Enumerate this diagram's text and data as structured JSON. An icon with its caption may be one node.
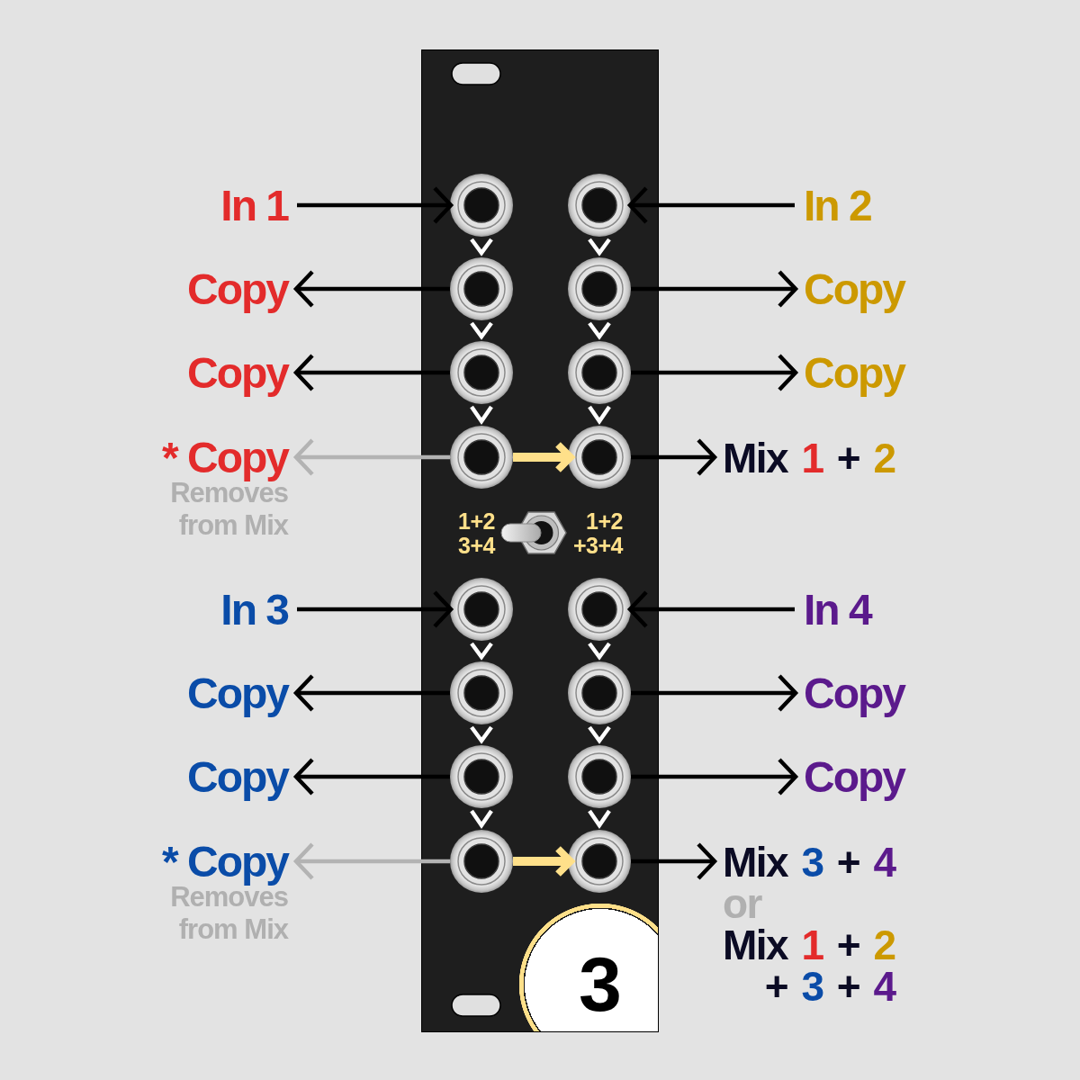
{
  "diagram": {
    "nodes": [
      {
        "text": [],
        "shape": "box"
      },
      {
        "text": [
          "In 1"
        ]
      },
      {
        "text": [],
        "shape": "circle",
        "in": 0
      },
      {
        "text": [],
        "shape": "circle",
        "in": 0
      },
      {
        "text": [
          "In 2"
        ]
      },
      {
        "text": [
          "Copy"
        ]
      },
      {
        "text": [],
        "shape": "circle",
        "in": 0
      },
      {
        "text": [],
        "shape": "circle",
        "in": 0
      },
      {
        "text": [
          "Copy"
        ]
      },
      {
        "text": [
          "Copy"
        ]
      },
      {
        "text": [],
        "shape": "circle",
        "in": 0
      },
      {
        "text": [],
        "shape": "circle",
        "in": 0
      },
      {
        "text": [
          "Copy"
        ]
      },
      {
        "text": [
          "* Copy",
          "Removes from Mix"
        ]
      },
      {
        "text": [],
        "shape": "circle",
        "in": 0
      },
      {
        "text": [],
        "shape": "circle",
        "in": 0
      },
      {
        "text": [
          "Mix 1 + 2"
        ]
      },
      {
        "text": [
          "In 3"
        ]
      },
      {
        "text": [],
        "shape": "circle",
        "in": 0
      },
      {
        "text": [],
        "shape": "circle",
        "in": 0
      },
      {
        "text": [
          "In 4"
        ]
      },
      {
        "text": [
          "Copy"
        ]
      },
      {
        "text": [],
        "shape": "circle",
        "in": 0
      },
      {
        "text": [],
        "shape": "circle",
        "in": 0
      },
      {
        "text": [
          "Copy"
        ]
      },
      {
        "text": [
          "Copy"
        ]
      },
      {
        "text": [],
        "shape": "circle",
        "in": 0
      },
      {
        "text": [],
        "shape": "circle",
        "in": 0
      },
      {
        "text": [
          "Copy"
        ]
      },
      {
        "text": [
          "* Copy",
          "Removes from Mix"
        ]
      },
      {
        "text": [],
        "shape": "circle",
        "in": 0
      },
      {
        "text": [],
        "shape": "circle",
        "in": 0
      },
      {
        "text": [
          "Mix 3 + 4",
          "or",
          "Mix 1 + 2 + 3 + 4"
        ]
      },
      {
        "text": [
          "3"
        ],
        "in": 0
      }
    ],
    "edges": [
      {
        "from": 1,
        "to": 2,
        "arrow": "to"
      },
      {
        "from": 4,
        "to": 3,
        "arrow": "to"
      },
      {
        "from": 2,
        "to": 6,
        "arrow": "to",
        "color": "#ffffff"
      },
      {
        "from": 3,
        "to": 7,
        "arrow": "to",
        "color": "#ffffff"
      },
      {
        "from": 6,
        "to": 5,
        "arrow": "to"
      },
      {
        "from": 7,
        "to": 8,
        "arrow": "to"
      },
      {
        "from": 6,
        "to": 10,
        "arrow": "to",
        "color": "#ffffff"
      },
      {
        "from": 7,
        "to": 11,
        "arrow": "to",
        "color": "#ffffff"
      },
      {
        "from": 10,
        "to": 9,
        "arrow": "to"
      },
      {
        "from": 11,
        "to": 12,
        "arrow": "to"
      },
      {
        "from": 10,
        "to": 14,
        "arrow": "to",
        "color": "#ffffff"
      },
      {
        "from": 11,
        "to": 15,
        "arrow": "to",
        "color": "#ffffff"
      },
      {
        "from": 14,
        "to": 13,
        "arrow": "to",
        "color": "#b3b3b3"
      },
      {
        "from": 14,
        "to": 15,
        "arrow": "to",
        "style": "thick",
        "color": "#ffe08a"
      },
      {
        "from": 15,
        "to": 16,
        "arrow": "to"
      },
      {
        "from": 17,
        "to": 18,
        "arrow": "to"
      },
      {
        "from": 20,
        "to": 19,
        "arrow": "to"
      },
      {
        "from": 18,
        "to": 22,
        "arrow": "to",
        "color": "#ffffff"
      },
      {
        "from": 19,
        "to": 23,
        "arrow": "to",
        "color": "#ffffff"
      },
      {
        "from": 22,
        "to": 21,
        "arrow": "to"
      },
      {
        "from": 23,
        "to": 24,
        "arrow": "to"
      },
      {
        "from": 22,
        "to": 26,
        "arrow": "to",
        "color": "#ffffff"
      },
      {
        "from": 23,
        "to": 27,
        "arrow": "to",
        "color": "#ffffff"
      },
      {
        "from": 26,
        "to": 25,
        "arrow": "to"
      },
      {
        "from": 27,
        "to": 28,
        "arrow": "to"
      },
      {
        "from": 26,
        "to": 30,
        "arrow": "to",
        "color": "#ffffff"
      },
      {
        "from": 27,
        "to": 31,
        "arrow": "to",
        "color": "#ffffff"
      },
      {
        "from": 30,
        "to": 29,
        "arrow": "to",
        "color": "#b3b3b3"
      },
      {
        "from": 30,
        "to": 31,
        "arrow": "to",
        "style": "thick",
        "color": "#ffe08a"
      },
      {
        "from": 31,
        "to": 32,
        "arrow": "to"
      }
    ],
    "labels": [
      "1+2 3+4",
      "1+2 +3+4"
    ]
  }
}
